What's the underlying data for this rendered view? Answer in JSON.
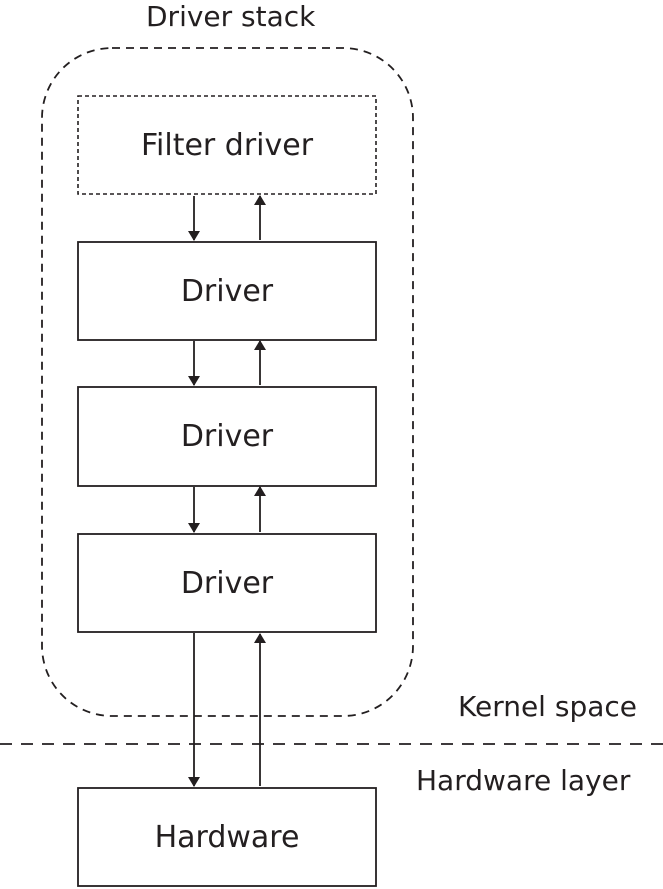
{
  "title": "Driver stack",
  "regions": {
    "kernel": "Kernel space",
    "hardware": "Hardware layer"
  },
  "boxes": {
    "filter": "Filter driver",
    "driver_1": "Driver",
    "driver_2": "Driver",
    "driver_3": "Driver",
    "hardware": "Hardware"
  }
}
